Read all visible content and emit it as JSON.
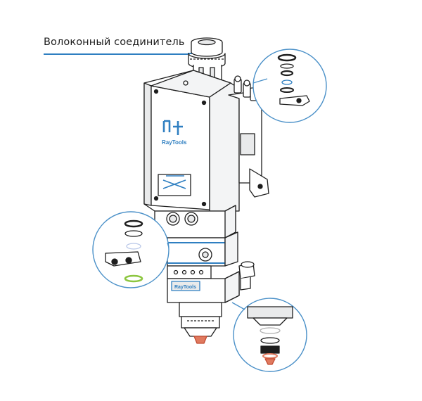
{
  "callout": {
    "label": "Волоконный соединитель"
  },
  "brand": {
    "logo_text": "RayTools",
    "logo_mark": "raytools-logo-mark"
  },
  "colors": {
    "line": "#1e1e1e",
    "accent_blue": "#2f7fc1",
    "callout_circle": "#4a90c8",
    "green_ring": "#8cc63f",
    "copper_nozzle": "#e07a5f",
    "grey_fill": "#e9eaeb"
  },
  "icons": [
    "raytools-logo-mark",
    "crossed-arrows-icon",
    "knob-icon",
    "button-icon",
    "fitting-icon"
  ]
}
